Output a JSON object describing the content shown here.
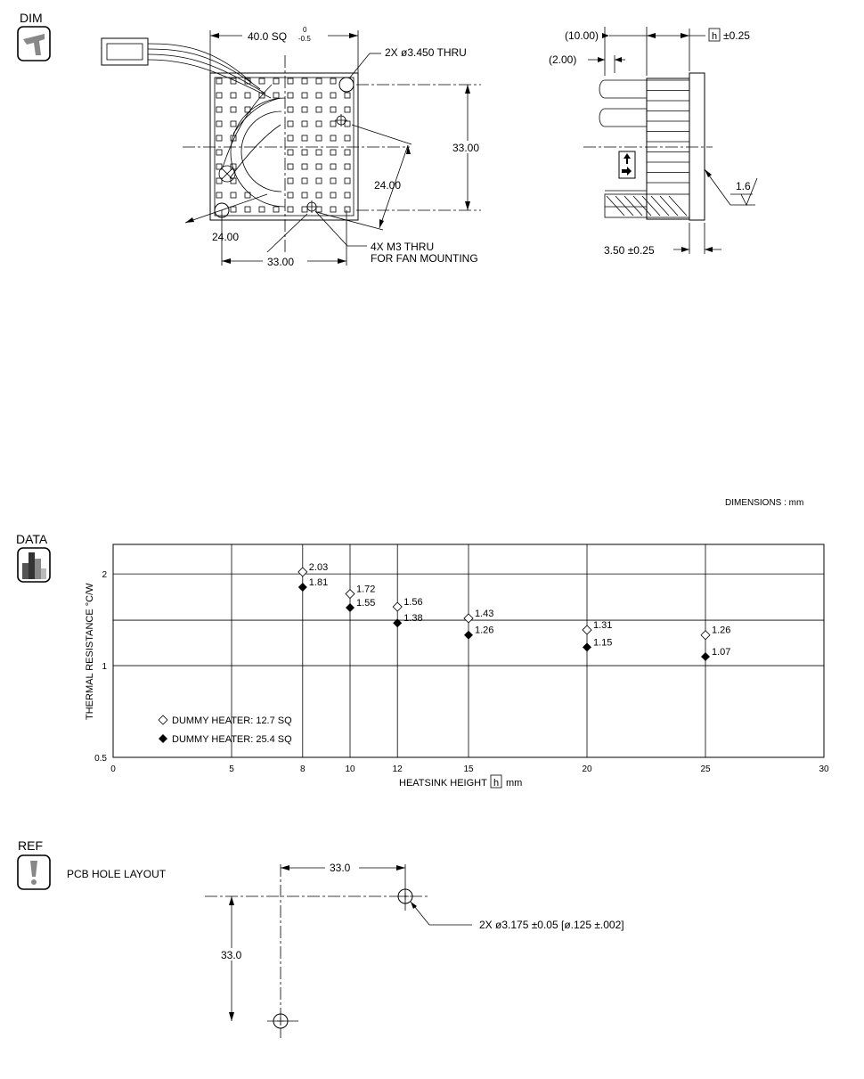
{
  "sections": {
    "dim": {
      "label": "DIM",
      "icon": "caliper-icon"
    },
    "data": {
      "label": "DATA",
      "icon": "bar-chart-icon"
    },
    "ref": {
      "label": "REF",
      "icon": "exclamation-icon",
      "title": "PCB HOLE LAYOUT"
    }
  },
  "dim_drawing": {
    "width_label": "40.0 SQ",
    "tol_upper": "0",
    "tol_lower": "-0.5",
    "thru_holes": "2X ø3.450 THRU",
    "hole_spacing_v": "33.00",
    "hole_spacing_h": "33.00",
    "diag_right": "24.00",
    "diag_left": "24.00",
    "fan_holes_line1": "4X M3 THRU",
    "fan_holes_line2": "FOR FAN MOUNTING",
    "side_dim_10": "(10.00)",
    "side_dim_2": "(2.00)",
    "h_box": "h",
    "h_tol": "±0.25",
    "base_thickness": "3.50 ±0.25",
    "surface_finish": "1.6",
    "units_note": "DIMENSIONS  :  mm"
  },
  "chart_data": {
    "type": "scatter",
    "xlabel_prefix": "HEATSINK HEIGHT",
    "xlabel_box": "h",
    "xlabel_suffix": "mm",
    "ylabel": "THERMAL RESISTANCE °C/W",
    "xlim": [
      0,
      30
    ],
    "ylim": [
      0.5,
      2.5
    ],
    "y_scale": "log",
    "x_ticks": [
      0,
      5,
      8,
      10,
      12,
      15,
      20,
      25,
      30
    ],
    "y_ticks": [
      0.5,
      1,
      2
    ],
    "grid": true,
    "legend_position": "bottom-left",
    "series": [
      {
        "name": "DUMMY HEATER: 12.7 SQ",
        "marker": "open-diamond",
        "x": [
          8,
          10,
          12,
          15,
          20,
          25
        ],
        "y": [
          2.03,
          1.72,
          1.56,
          1.43,
          1.31,
          1.26
        ],
        "labels": [
          "2.03",
          "1.72",
          "1.56",
          "1.43",
          "1.31",
          "1.26"
        ]
      },
      {
        "name": "DUMMY HEATER: 25.4 SQ",
        "marker": "filled-diamond",
        "x": [
          8,
          10,
          12,
          15,
          20,
          25
        ],
        "y": [
          1.81,
          1.55,
          1.38,
          1.26,
          1.15,
          1.07
        ],
        "labels": [
          "1.81",
          "1.55",
          "1.38",
          "1.26",
          "1.15",
          "1.07"
        ]
      }
    ]
  },
  "pcb_layout": {
    "spacing_h": "33.0",
    "spacing_v": "33.0",
    "hole_note": "2X  ø3.175 ±0.05 [ø.125 ±.002]"
  }
}
